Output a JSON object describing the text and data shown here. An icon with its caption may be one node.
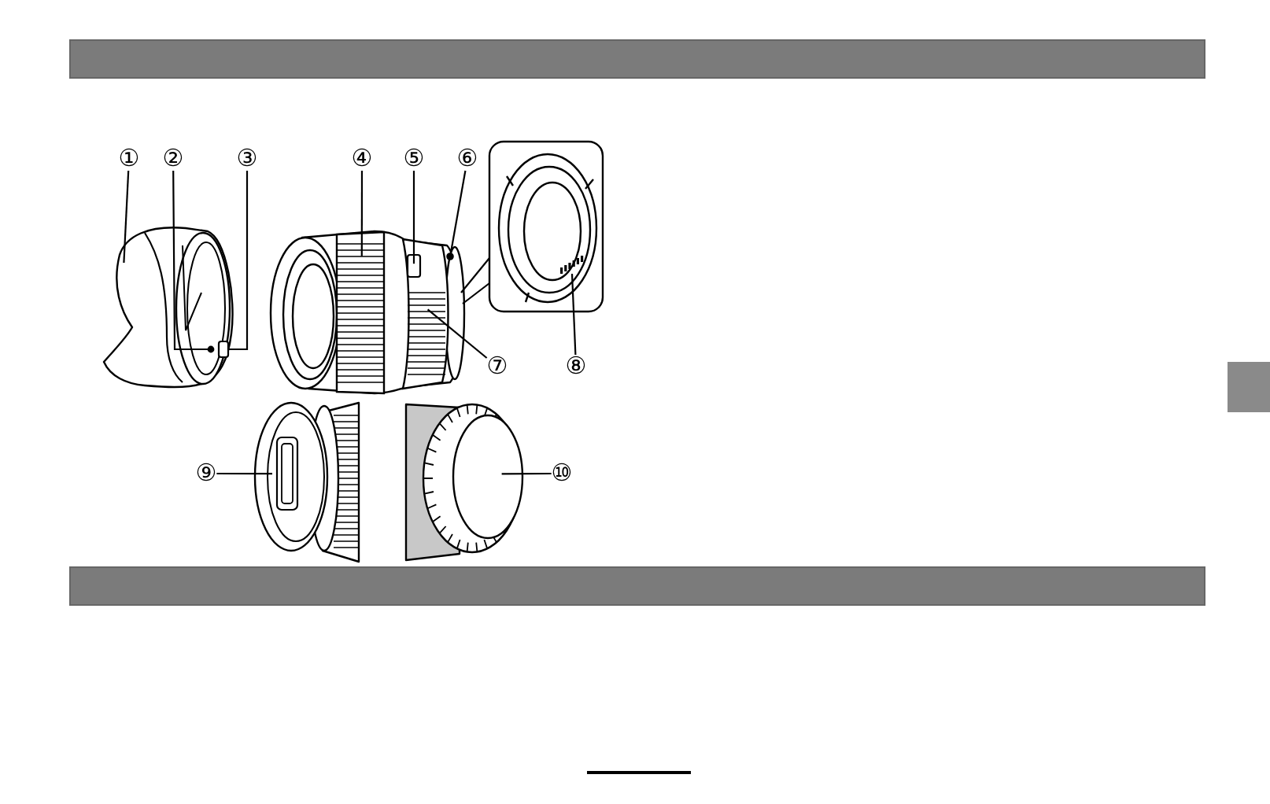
{
  "diagram": {
    "nodes": [
      {
        "text": [
          "①"
        ]
      },
      {
        "text": [
          "②"
        ]
      },
      {
        "text": [
          "③"
        ]
      },
      {
        "text": [
          "④"
        ]
      },
      {
        "text": [
          "⑤"
        ]
      },
      {
        "text": [
          "⑥"
        ]
      },
      {
        "text": [
          "⑦"
        ]
      },
      {
        "text": [
          "⑧"
        ]
      },
      {
        "text": [
          "⑨"
        ]
      },
      {
        "text": [
          "⑩"
        ]
      },
      {
        "text": [],
        "shape": "picture"
      },
      {
        "text": [],
        "shape": "circle",
        "in": 10
      },
      {
        "text": [],
        "shape": "box",
        "in": 10
      },
      {
        "text": [],
        "shape": "picture"
      },
      {
        "text": [],
        "shape": "box",
        "in": 16
      },
      {
        "text": [],
        "shape": "circle"
      },
      {
        "text": [],
        "shape": "picture"
      },
      {
        "text": [],
        "shape": "picture"
      },
      {
        "text": [],
        "shape": "picture"
      },
      {
        "text": [],
        "shape": "picture"
      }
    ],
    "edges": [
      {
        "from": 0,
        "to": 10,
        "arrow": "none"
      },
      {
        "from": 1,
        "to": 11,
        "arrow": "none"
      },
      {
        "from": 2,
        "to": 12,
        "arrow": "none"
      },
      {
        "from": 3,
        "to": 13,
        "arrow": "none"
      },
      {
        "from": 4,
        "to": 14,
        "arrow": "none"
      },
      {
        "from": 5,
        "to": 15,
        "arrow": "none"
      },
      {
        "from": 6,
        "to": 16,
        "arrow": "none"
      },
      {
        "from": 7,
        "to": 17,
        "arrow": "none"
      },
      {
        "from": 8,
        "to": 18,
        "arrow": "none"
      },
      {
        "from": 9,
        "to": 19,
        "arrow": "none"
      }
    ]
  }
}
